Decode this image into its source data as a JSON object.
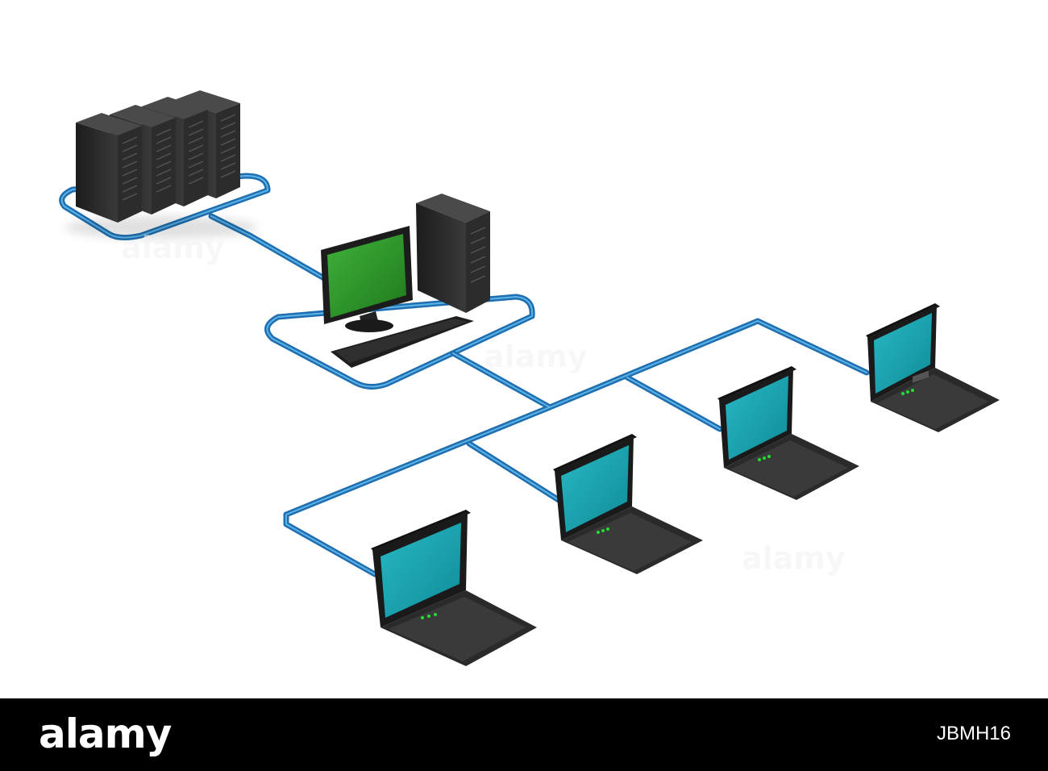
{
  "footer": {
    "brand": "alamy",
    "image_id": "JBMH16"
  },
  "watermark": "alamy",
  "colors": {
    "cable": "#1f6fb0",
    "cable_highlight": "#5cb3e8",
    "workstation_screen": "#2e9a2a",
    "laptop_screen": "#1aa3b0",
    "hardware": "#2a2a2a",
    "led": "#22dd33",
    "footer_bg": "#000000"
  },
  "diagram": {
    "nodes": [
      {
        "id": "server-rack",
        "icon": "server-rack-icon",
        "count": 4
      },
      {
        "id": "workstation",
        "icon": "desktop-computer-icon"
      },
      {
        "id": "laptop-1",
        "icon": "laptop-icon"
      },
      {
        "id": "laptop-2",
        "icon": "laptop-icon"
      },
      {
        "id": "laptop-3",
        "icon": "laptop-icon"
      },
      {
        "id": "laptop-4",
        "icon": "laptop-icon"
      }
    ],
    "edges": [
      {
        "from": "server-rack",
        "to": "workstation"
      },
      {
        "from": "workstation",
        "to": "laptop-1"
      },
      {
        "from": "workstation",
        "to": "laptop-2"
      },
      {
        "from": "workstation",
        "to": "laptop-3"
      },
      {
        "from": "workstation",
        "to": "laptop-4"
      }
    ]
  }
}
